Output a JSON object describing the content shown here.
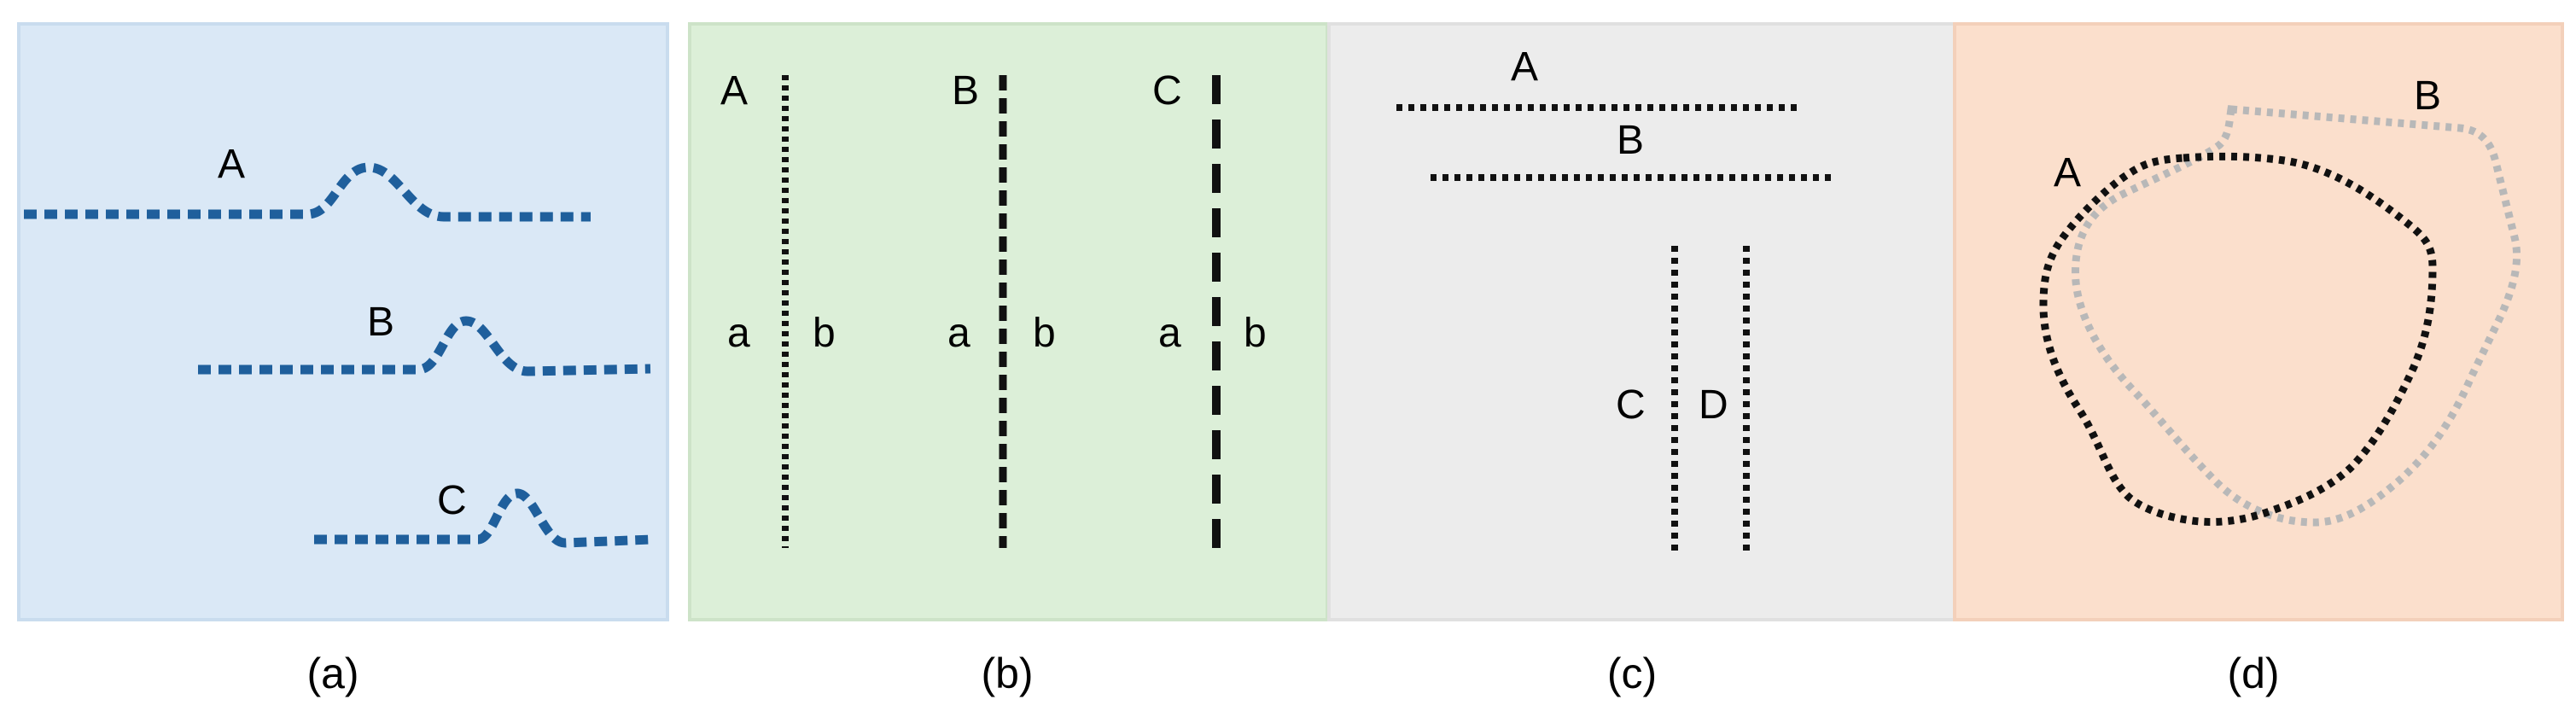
{
  "colors": {
    "panel_a_bg": "#dae8f6",
    "panel_a_border": "#c9dcee",
    "panel_a_line": "#1f5f9c",
    "panel_b_bg": "#dcefd8",
    "panel_b_border": "#cde3c8",
    "panel_c_bg": "#ececec",
    "panel_c_border": "#e0e0e0",
    "panel_d_bg": "#fbdfcc",
    "panel_d_border": "#f3d0ba",
    "black_line": "#111111",
    "gray_line": "#b8b8b8"
  },
  "panels": {
    "a": {
      "caption": "(a)",
      "labels": {
        "A": "A",
        "B": "B",
        "C": "C"
      }
    },
    "b": {
      "caption": "(b)",
      "labels": {
        "A": "A",
        "B": "B",
        "C": "C"
      },
      "sides": {
        "a1": "a",
        "b1": "b",
        "a2": "a",
        "b2": "b",
        "a3": "a",
        "b3": "b"
      }
    },
    "c": {
      "caption": "(c)",
      "labels": {
        "A": "A",
        "B": "B",
        "C": "C",
        "D": "D"
      }
    },
    "d": {
      "caption": "(d)",
      "labels": {
        "A": "A",
        "B": "B"
      }
    }
  }
}
